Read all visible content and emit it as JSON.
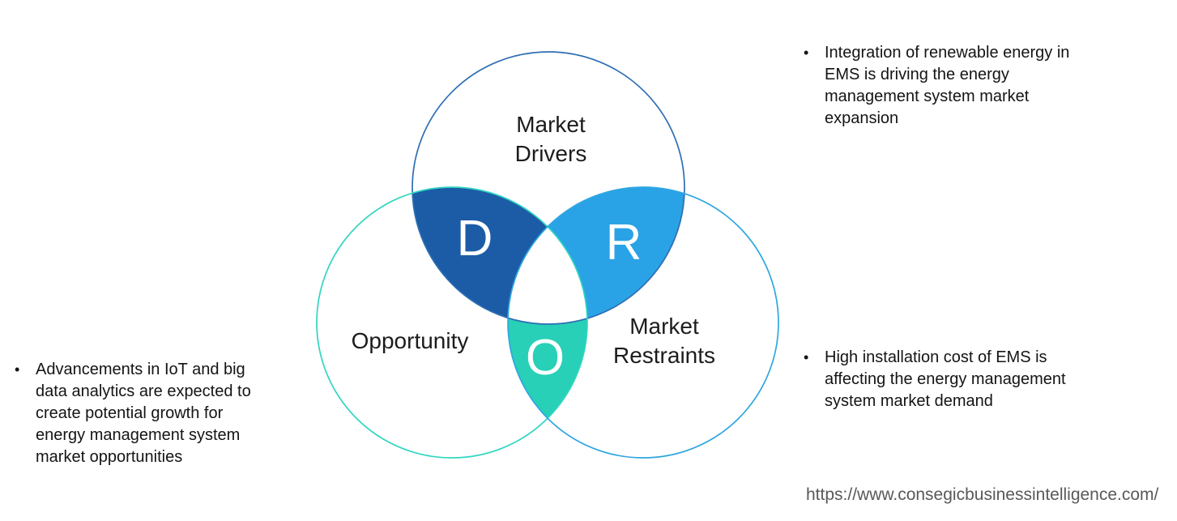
{
  "diagram": {
    "labels": {
      "drivers": "Market\nDrivers",
      "opportunity": "Opportunity",
      "restraints": "Market\nRestraints"
    },
    "letters": {
      "drivers": "D",
      "restraints": "R",
      "opportunity": "O"
    },
    "colors": {
      "drivers_outline": "#2f6eb4",
      "opportunity_outline": "#31d6c1",
      "restraints_outline": "#2fa7e0",
      "drivers_lens": "#1c5ca7",
      "restraints_lens": "#2aa3e6",
      "opportunity_lens": "#27d0b6",
      "letter": "#ffffff"
    }
  },
  "bullets": {
    "marker": "•",
    "driver_text": "Integration of renewable energy in\nEMS is driving the energy\nmanagement system market\nexpansion",
    "opportunity_text": "Advancements in IoT and big\ndata analytics are expected to\ncreate potential growth for\nenergy management system\nmarket opportunities",
    "restraint_text": "High installation cost of EMS is\naffecting the energy management\nsystem market demand"
  },
  "footer": {
    "url": "https://www.consegicbusinessintelligence.com/"
  }
}
